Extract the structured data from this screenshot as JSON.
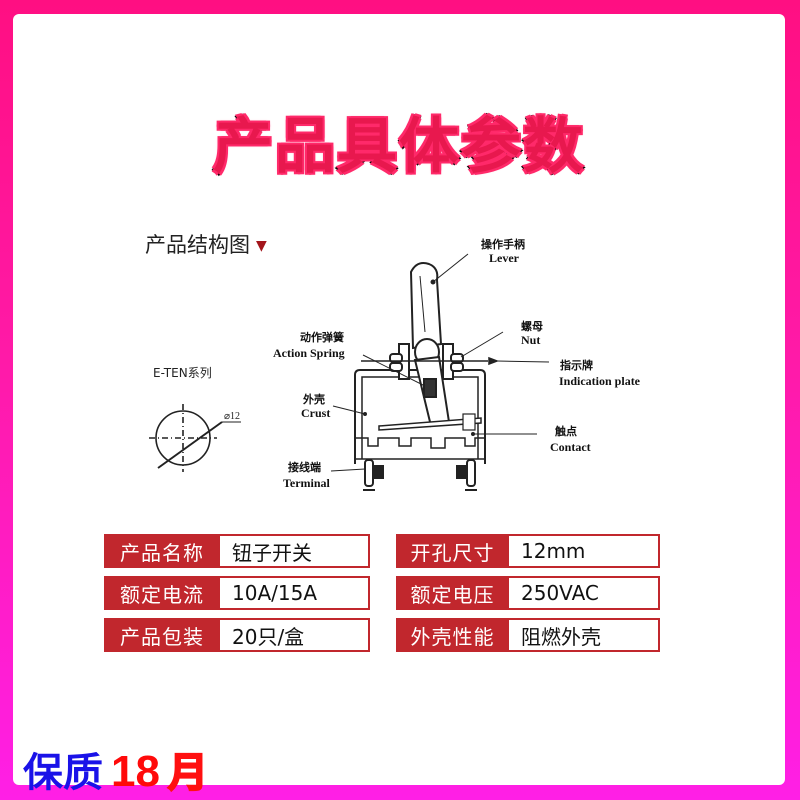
{
  "page": {
    "title": "产品具体参数",
    "border_gradient": [
      "#ff0f82",
      "#ff1fe6"
    ],
    "title_fill_color": "#e8184e"
  },
  "structure": {
    "heading": "产品结构图",
    "heading_marker": "▼",
    "series_label": "E-TEN系列",
    "hole_dimension": "⌀12",
    "callouts": {
      "lever": {
        "cn": "操作手柄",
        "en": "Lever"
      },
      "action_spring": {
        "cn": "动作弹簧",
        "en": "Action Spring"
      },
      "nut": {
        "cn": "螺母",
        "en": "Nut"
      },
      "indication_plate": {
        "cn": "指示牌",
        "en": "Indication plate"
      },
      "crust": {
        "cn": "外壳",
        "en": "Crust"
      },
      "contact": {
        "cn": "触点",
        "en": "Contact"
      },
      "terminal": {
        "cn": "接线端",
        "en": "Terminal"
      }
    }
  },
  "specs": {
    "accent_color": "#c1272d",
    "left": [
      {
        "label": "产品名称",
        "value": "钮子开关"
      },
      {
        "label": "额定电流",
        "value": "10A/15A"
      },
      {
        "label": "产品包装",
        "value": "20只/盒"
      }
    ],
    "right": [
      {
        "label": "开孔尺寸",
        "value": "12mm"
      },
      {
        "label": "额定电压",
        "value": "250VAC"
      },
      {
        "label": "外壳性能",
        "value": "阻燃外壳"
      }
    ]
  },
  "warranty": {
    "prefix": "保质",
    "number": "18",
    "unit": "月"
  }
}
